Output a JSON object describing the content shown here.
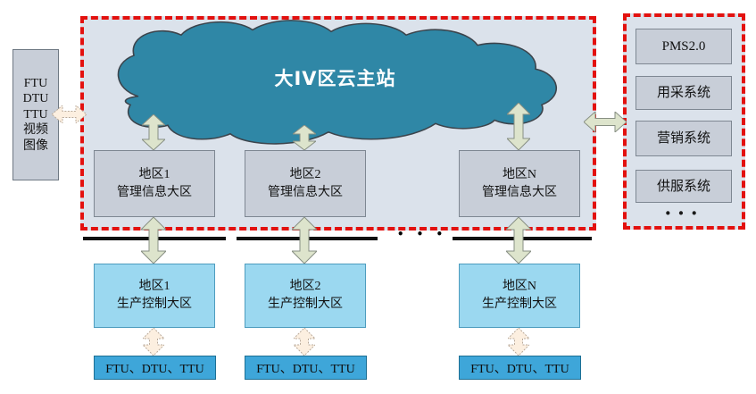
{
  "left_device_box": {
    "lines": [
      "FTU",
      "DTU",
      "TTU",
      "视频",
      "图像"
    ]
  },
  "cloud": {
    "title": "大IV区云主站"
  },
  "regions": {
    "management": [
      {
        "name": "地区1",
        "zone": "管理信息大区"
      },
      {
        "name": "地区2",
        "zone": "管理信息大区"
      },
      {
        "name": "地区N",
        "zone": "管理信息大区"
      }
    ],
    "production": [
      {
        "name": "地区1",
        "zone": "生产控制大区"
      },
      {
        "name": "地区2",
        "zone": "生产控制大区"
      },
      {
        "name": "地区N",
        "zone": "生产控制大区"
      }
    ],
    "terminals": [
      "FTU、DTU、TTU",
      "FTU、DTU、TTU",
      "FTU、DTU、TTU"
    ],
    "columns_ellipsis": "• • •"
  },
  "external_systems": {
    "items": [
      "PMS2.0",
      "用采系统",
      "营销系统",
      "供服系统"
    ],
    "ellipsis": "···"
  },
  "colors": {
    "cloud_fill": "#2f87a6",
    "dashed_border_red": "#e3110f",
    "zone_panel_fill": "#dbe2eb",
    "gray_box_fill": "#c8ced8",
    "production_box_fill": "#9bd8f0",
    "terminal_box_fill": "#3ea6d9",
    "arrow_green_fill": "#dde4cc",
    "arrow_pink_fill": "#fcefe0",
    "bus_line_black": "#101010"
  }
}
